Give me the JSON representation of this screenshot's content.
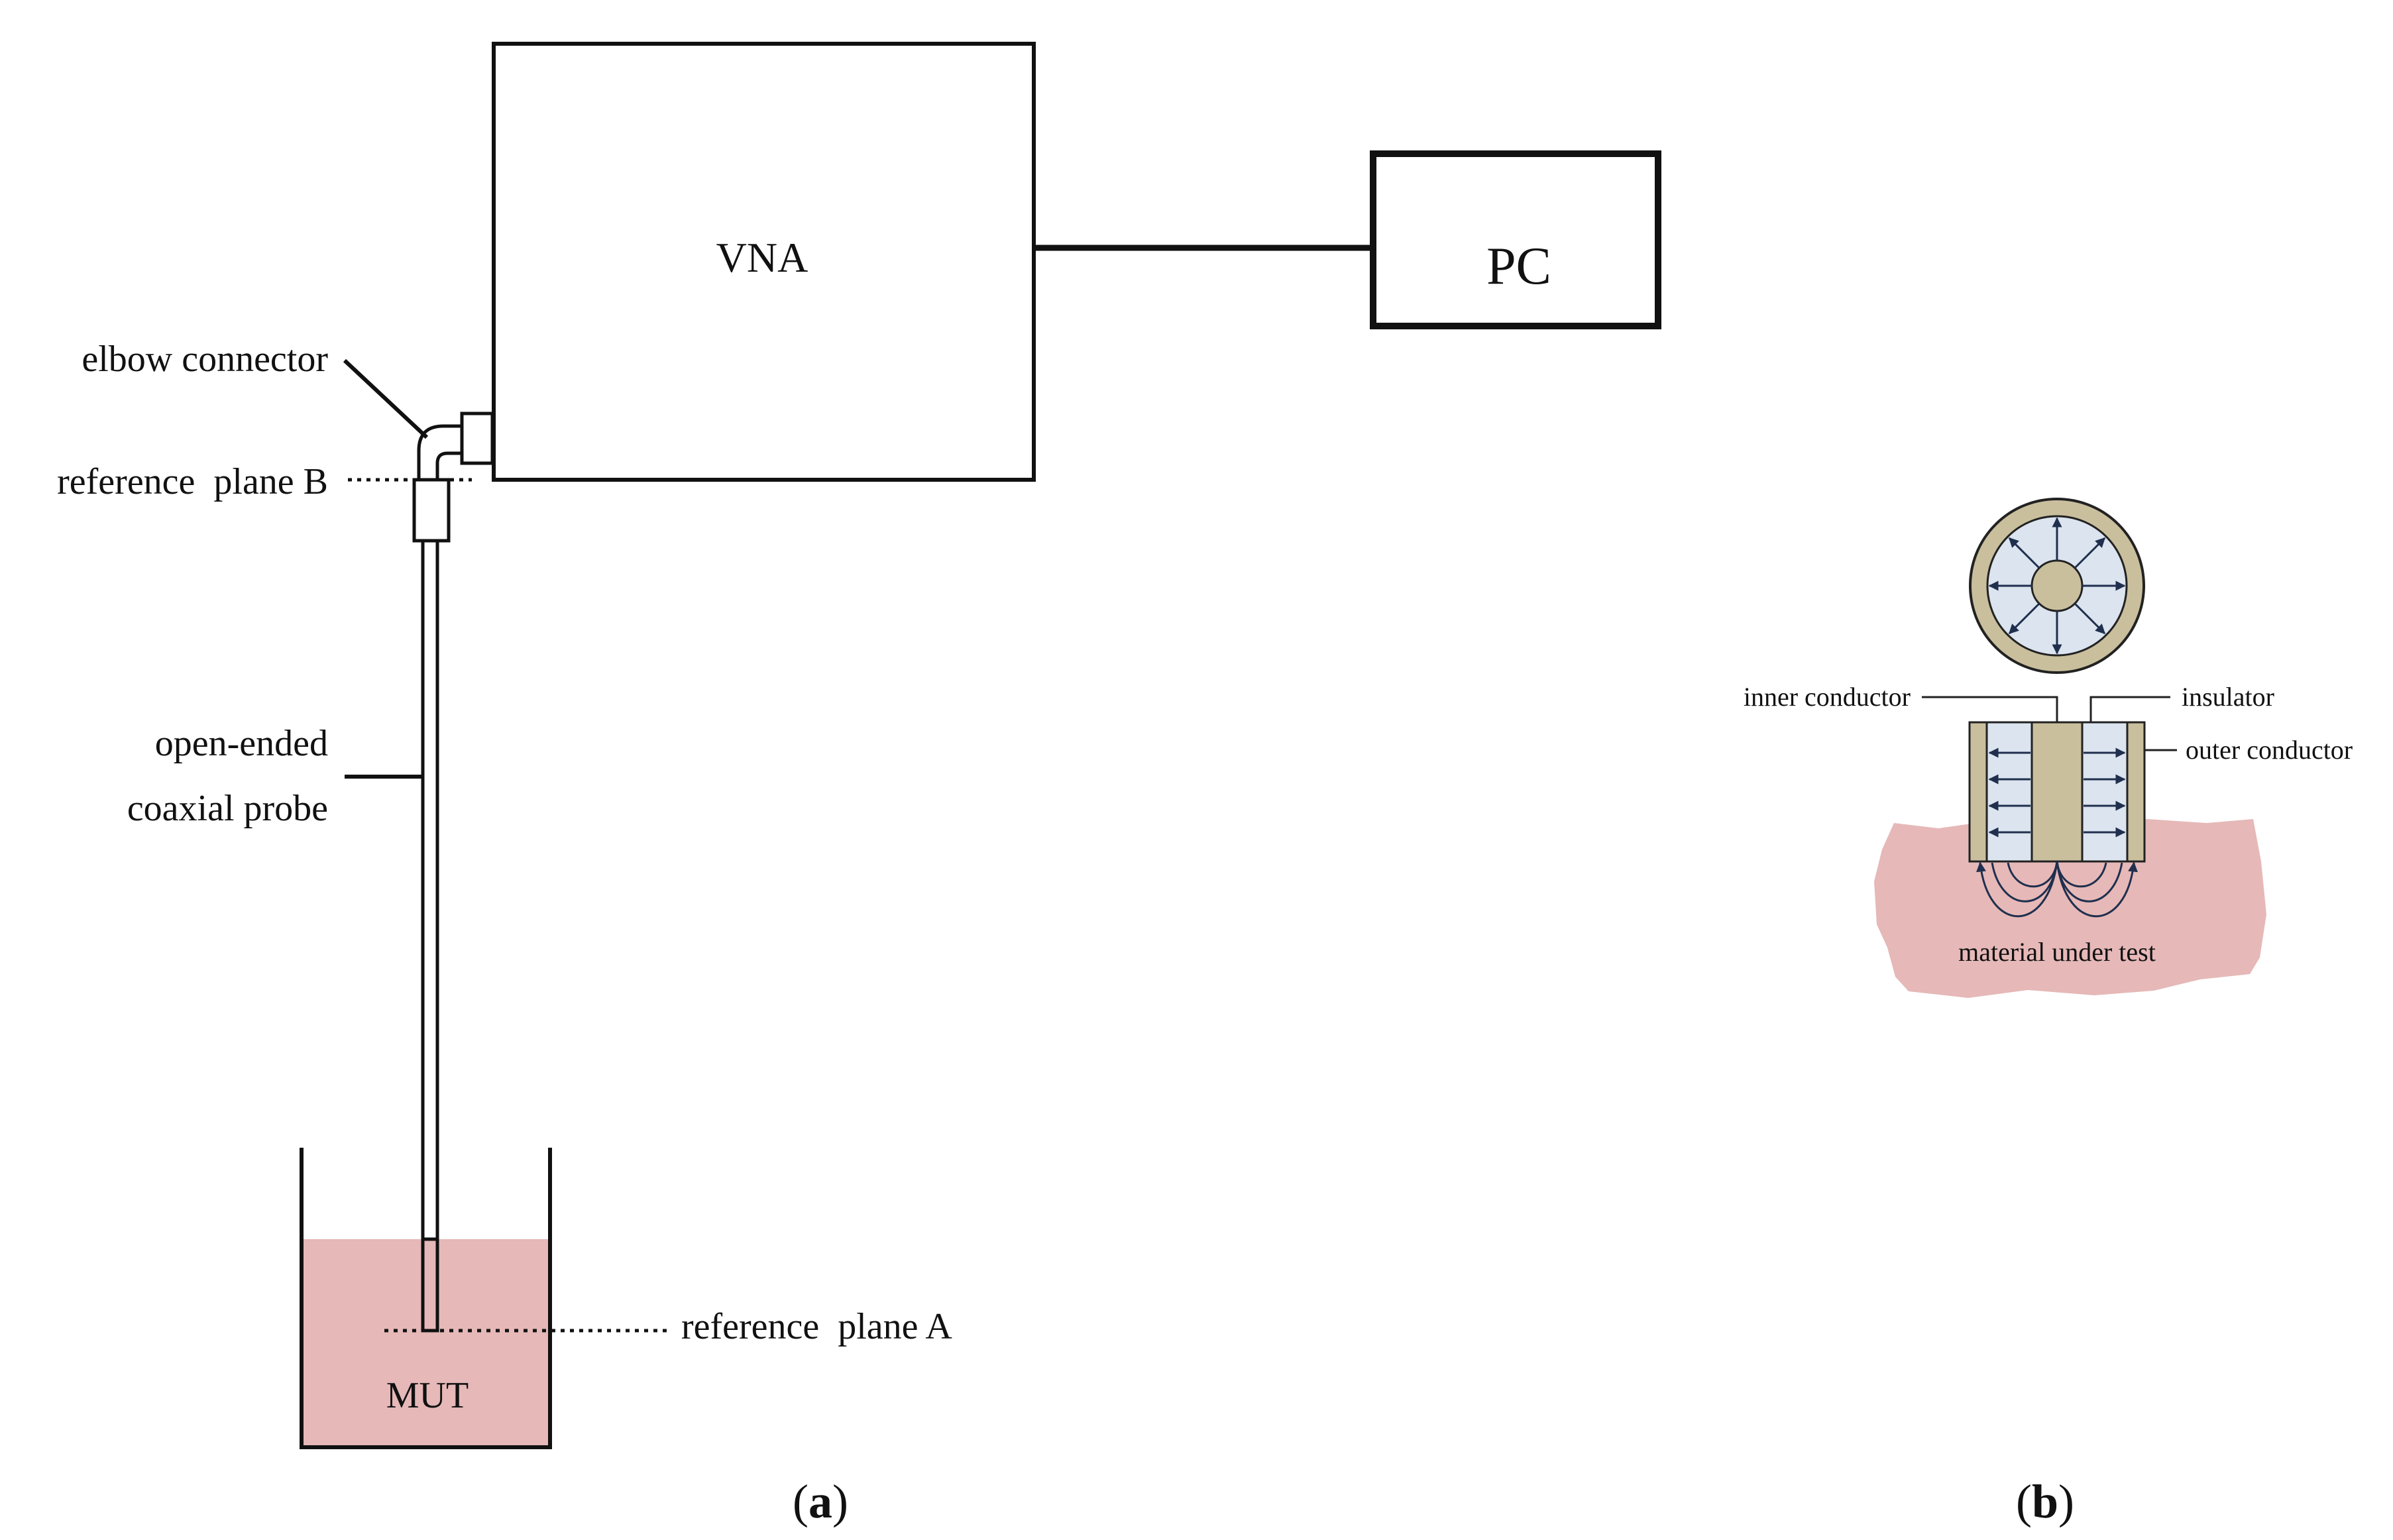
{
  "panel_a": {
    "vna_label": "VNA",
    "pc_label": "PC",
    "elbow_label": "elbow connector",
    "ref_b_label": "reference  plane B",
    "probe_label_line1": "open-ended",
    "probe_label_line2": "coaxial probe",
    "ref_a_label": "reference  plane A",
    "mut_label": "MUT",
    "caption_open": "(",
    "caption_letter": "a",
    "caption_close": ")"
  },
  "panel_b": {
    "inner_label": "inner conductor",
    "insulator_label": "insulator",
    "outer_label": "outer conductor",
    "material_label": "material under test",
    "caption_open": "(",
    "caption_letter": "b",
    "caption_close": ")"
  },
  "colors": {
    "line": "#111111",
    "mut_fill": "#e6b8b8",
    "conductor_fill": "#c9bf9d",
    "insulator_fill": "#dbe4ef",
    "field_lines": "#1f2f4d"
  }
}
